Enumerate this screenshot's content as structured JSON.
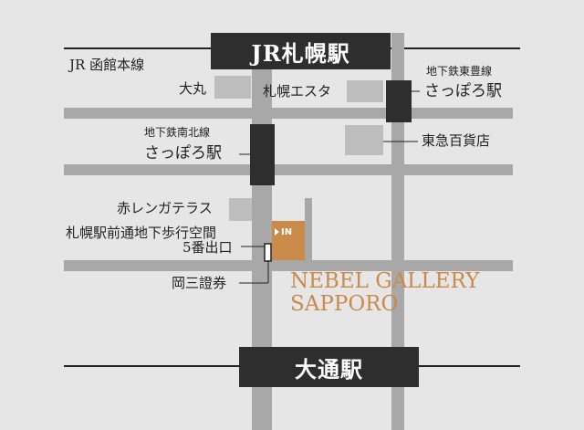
{
  "stations": {
    "jr_sapporo": "JR札幌駅",
    "odori": "大通駅"
  },
  "lines": {
    "jr_hakodate": "JR 函館本線",
    "toho_line": "地下鉄東豊線",
    "toho_station": "さっぽろ駅",
    "namboku_line": "地下鉄南北線",
    "namboku_station": "さっぽろ駅"
  },
  "landmarks": {
    "daimaru": "大丸",
    "sapporo_stellar": "札幌エスタ",
    "tokyu": "東急百貨店",
    "akarenga": "赤レンガテラス",
    "underpass": "札幌駅前通地下歩行空間",
    "exit": "5番出口",
    "okasan": "岡三證券"
  },
  "gallery": {
    "line1": "NEBEL GALLERY",
    "line2": "SAPPORO",
    "entrance": "IN"
  },
  "colors": {
    "background": "#e6e6e6",
    "road": "#a8a8a8",
    "building": "#bdbdbd",
    "station": "#2e2e2e",
    "rail": "#222222",
    "accent": "#c98a4a"
  }
}
